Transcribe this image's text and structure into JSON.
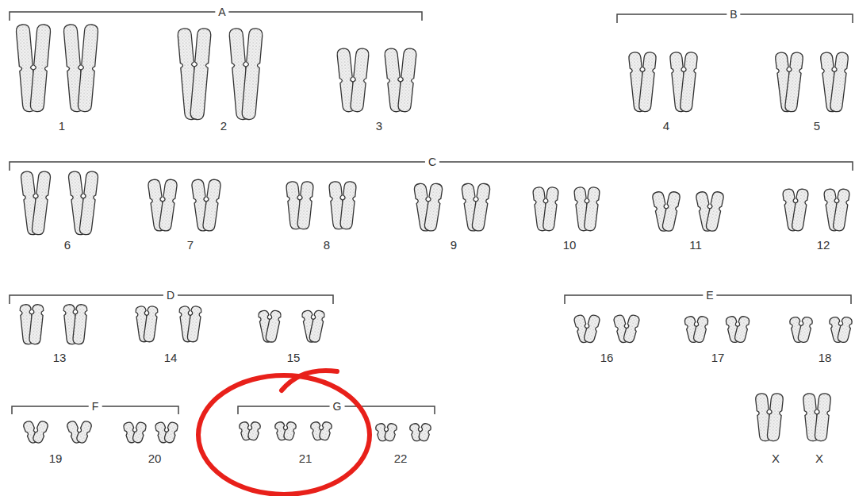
{
  "diagram": {
    "labels": [
      "A",
      "B",
      "1",
      "2",
      "3",
      "4",
      "5",
      "C",
      "6",
      "7",
      "8",
      "9",
      "10",
      "11",
      "12",
      "D",
      "E",
      "13",
      "14",
      "15",
      "16",
      "17",
      "18",
      "F",
      "G",
      "19",
      "20",
      "21",
      "22",
      "X",
      "X"
    ]
  }
}
